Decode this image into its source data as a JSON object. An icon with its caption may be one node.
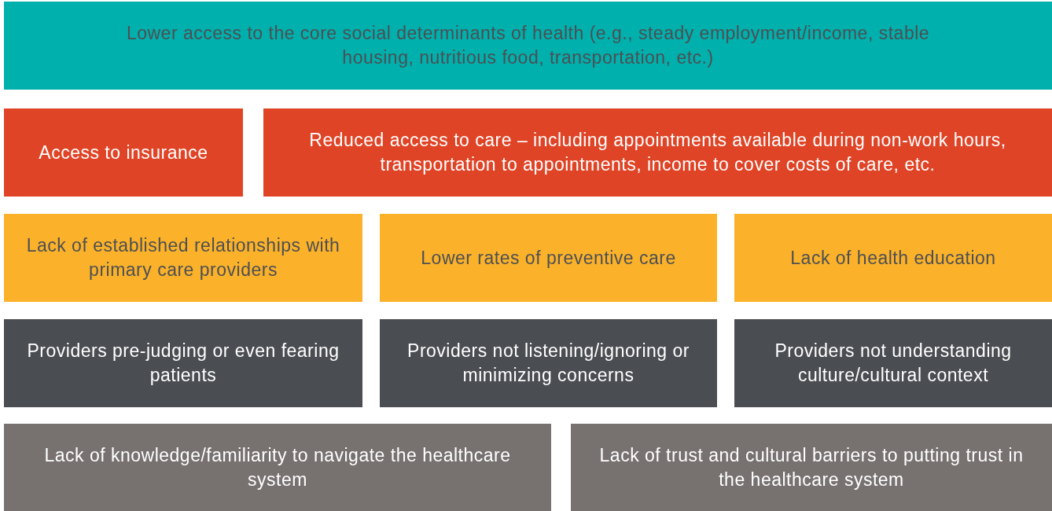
{
  "diagram": {
    "nodes": [
      {
        "text": [
          "Lower access to the core social determinants of health (e.g., steady employment/income, stable housing, nutritious food, transportation, etc.)"
        ]
      },
      {
        "text": [
          "Access to insurance"
        ]
      },
      {
        "text": [
          "Reduced access to care – including appointments available during non-work hours, transportation to appointments, income to cover costs of care, etc."
        ]
      },
      {
        "text": [
          "Lack of established relationships with primary care providers"
        ]
      },
      {
        "text": [
          "Lower rates of preventive care"
        ]
      },
      {
        "text": [
          "Lack of health education"
        ]
      },
      {
        "text": [
          "Providers pre-judging or even fearing patients"
        ]
      },
      {
        "text": [
          "Providers not listening/ignoring or minimizing concerns"
        ]
      },
      {
        "text": [
          "Providers not understanding culture/cultural context"
        ]
      },
      {
        "text": [
          "Lack of knowledge/familiarity to navigate the healthcare system"
        ]
      },
      {
        "text": [
          "Lack of trust and cultural barriers to putting trust in the healthcare system"
        ]
      }
    ]
  }
}
